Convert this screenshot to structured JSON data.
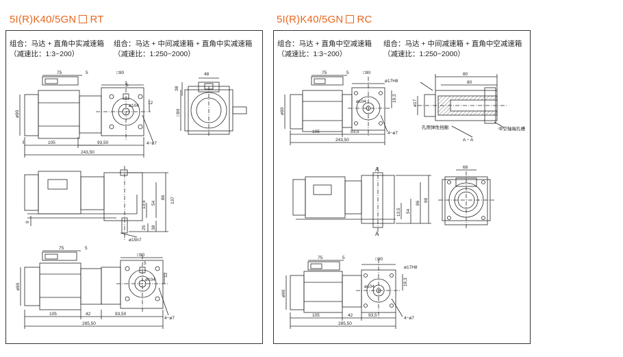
{
  "left": {
    "title_prefix": "5I(R)K40/5GN",
    "title_suffix": "RT",
    "combo1_line1": "组合：马达 + 直角中实减速箱",
    "combo1_line2": "（减速比：1:3~200）",
    "combo2_line1": "组合：马达 + 中间减速箱 + 直角中实减速箱",
    "combo2_line2": "（减速比：1:250~2000）",
    "dims": {
      "d75a": "75",
      "d5a": "5",
      "d90sq": "□90",
      "d5b": "5",
      "d12": "12",
      "dphi90": "ø90",
      "dphi104": "ø104",
      "d4phi7": "4−ø7",
      "d105": "105",
      "d9350": "93,50",
      "d24350": "243,50",
      "d48": "48",
      "d38": "38",
      "d90side": "□90",
      "d135": "13,5",
      "d54": "54",
      "d86": "86",
      "d137": "137",
      "d9": "9",
      "d25": "25",
      "d38b": "38",
      "dphi15h7": "ø15h7",
      "d75b": "75",
      "d5c": "5",
      "d90sqb": "□90",
      "d5d": "5",
      "d12b": "12",
      "dphi90b": "ø90",
      "dphi104b": "ø104",
      "d4phi7b": "4−ø7",
      "d105b": "105",
      "d42": "42",
      "d9350b": "93,50",
      "d28550": "285,50"
    }
  },
  "right": {
    "title_prefix": "5I(R)K40/5GN",
    "title_suffix": "RC",
    "combo1_line1": "组合：马达 + 直角中空减速箱",
    "combo1_line2": "（减速比：1:3~200）",
    "combo2_line1": "组合：马达 + 中间减速箱 + 直角中空减速箱",
    "combo2_line2": "（减速比：1:250~2000）",
    "dims": {
      "d75a": "75",
      "d5a": "5",
      "d90sq": "□90",
      "dphi17h8": "ø17H8",
      "d193": "19,3",
      "dphi90": "ø90",
      "dphi104": "ø104",
      "d4phi7": "4−ø7",
      "d105": "105",
      "d935": "93,5",
      "d24350": "243,50",
      "d80a": "80",
      "d80b": "80",
      "dphi17": "ø17",
      "note1": "孔用弹性挡圈",
      "note2": "A − A",
      "note3": "中空轴端孔槽",
      "dA1": "A",
      "dA2": "A",
      "d135": "13,5",
      "d54": "54",
      "d86": "86",
      "d99": "99",
      "d68": "68",
      "d75b": "75",
      "d5b": "5",
      "d90sqb": "□90",
      "dphi17h8b": "ø17H8",
      "d193b": "19,3",
      "dphi90b": "ø90",
      "dphi104b": "ø104",
      "d4phi7b": "4−ø7",
      "d105b": "105",
      "d42": "42",
      "d935b": "93,5",
      "d28550": "285,50"
    }
  }
}
